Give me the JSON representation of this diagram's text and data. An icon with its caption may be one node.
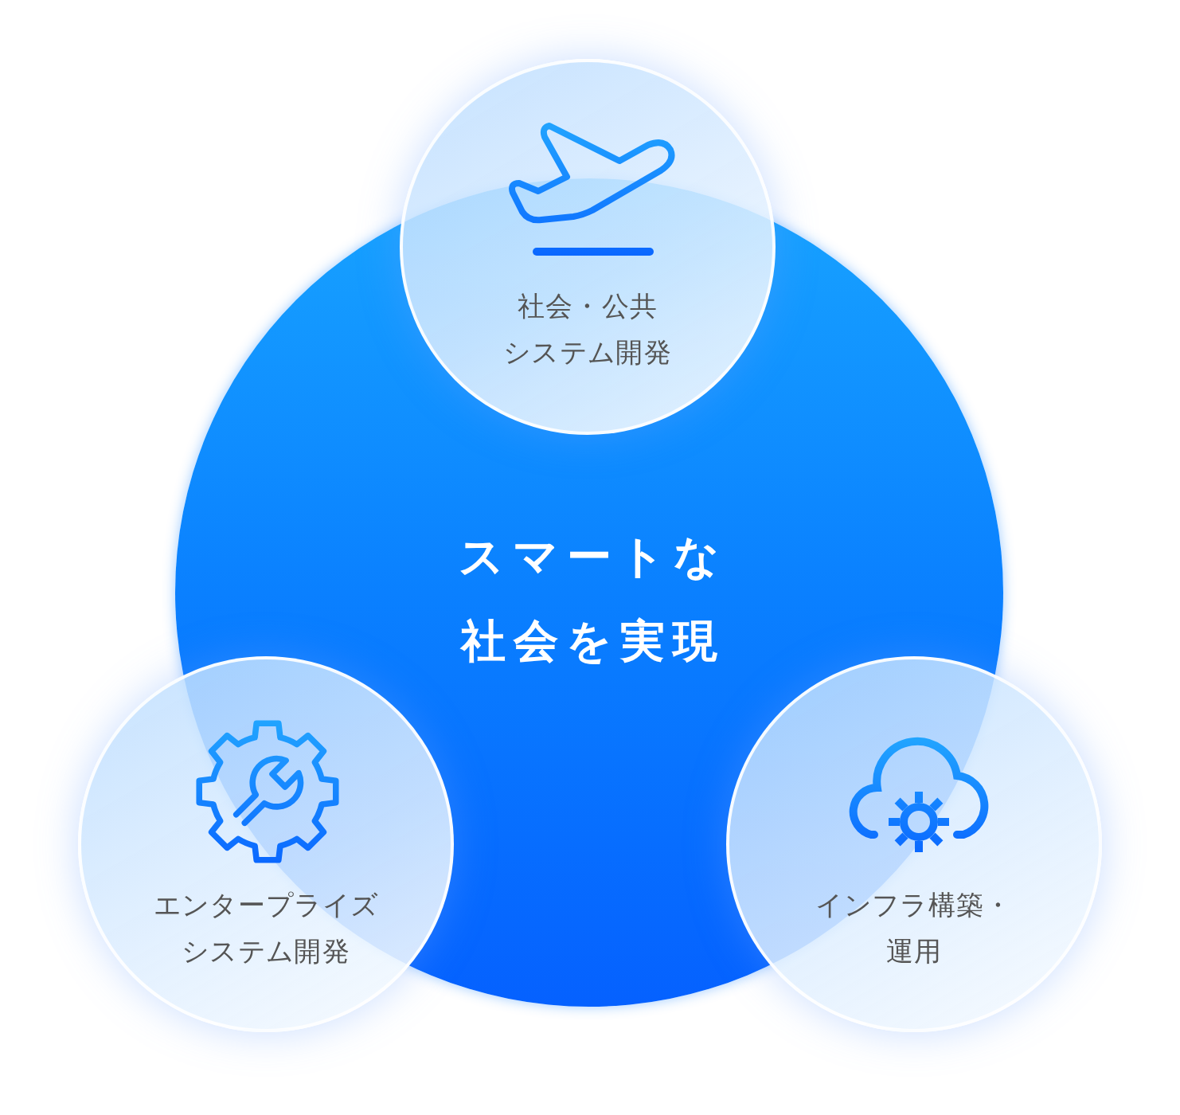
{
  "diagram": {
    "nodes": [
      {
        "text": [
          "社会・公共システム開発"
        ]
      },
      {
        "text": [
          "スマートな社会を実現"
        ]
      },
      {
        "text": [
          "エンタープライズシステム開発"
        ]
      },
      {
        "text": [
          "インフラ構築・運用"
        ]
      }
    ]
  }
}
